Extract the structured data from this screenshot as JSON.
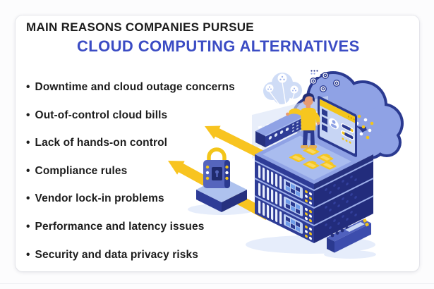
{
  "page": {
    "background": "#fcfcfd",
    "divider_color": "#eceef1"
  },
  "header": {
    "line1": "MAIN REASONS COMPANIES PURSUE",
    "line2": "CLOUD COMPUTING ALTERNATIVES",
    "line1_color": "#1b1b1b",
    "line2_color": "#3b4cc4"
  },
  "list": {
    "bullet": "•",
    "items": [
      "Downtime and cloud outage concerns",
      "Out-of-control cloud bills",
      "Lack of hands-on control",
      "Compliance rules",
      "Vendor lock-in problems",
      "Performance and latency issues",
      "Security and data privacy risks"
    ]
  },
  "illustration": {
    "description": "Isometric illustration: admin standing on a stack of three servers beside a large cloud, dashboard panel, network mini-cloud, padlock on a platform, remote device, and two yellow arrows pointing away from the servers",
    "icons": [
      "cloud-icon",
      "network-cloud-icon",
      "floating-panel-icon",
      "dashboard-panel-icon",
      "admin-person-icon",
      "server-stack-icon",
      "server-rack-icon",
      "folder-icon",
      "padlock-icon",
      "arrow-up-left-icon",
      "remote-device-icon",
      "app-card-icon",
      "bullseye-icon"
    ],
    "colors": {
      "navy": "#2b3a90",
      "dark_navy": "#26317f",
      "periwinkle": "#8fa2e5",
      "light_blue": "#c7d5f4",
      "pale_blue": "#dce6f8",
      "yellow": "#f3c51a",
      "skin": "#e79b72",
      "padlock_blue": "#5565bd"
    }
  }
}
